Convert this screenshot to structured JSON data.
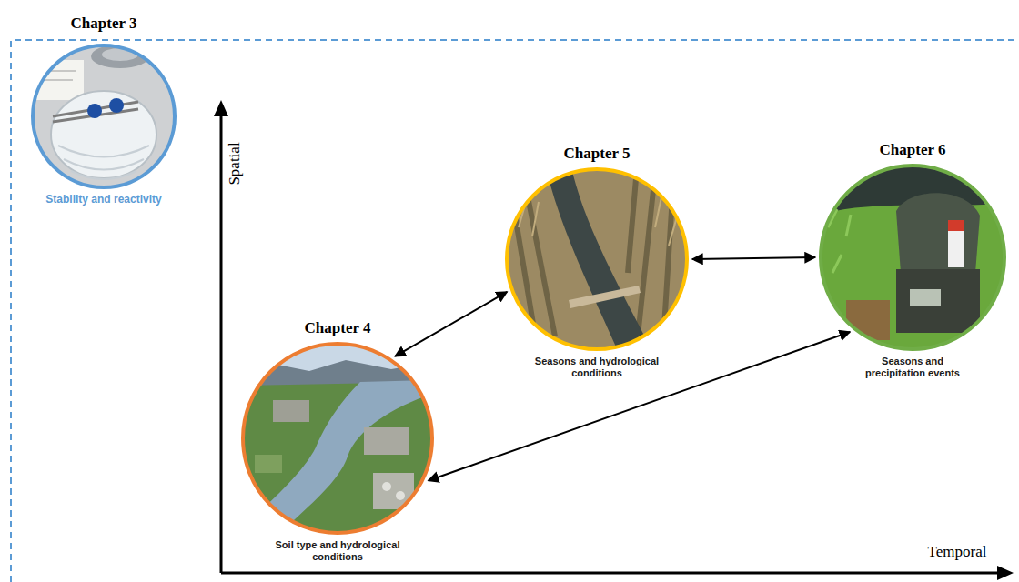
{
  "diagram": {
    "nodes": [
      {
        "text": [
          "Chapter 3",
          "Stability and reactivity"
        ]
      },
      {
        "text": [
          "Chapter 4",
          "Soil type and hydrological conditions"
        ]
      },
      {
        "text": [
          "Chapter 5",
          "Seasons and hydrological conditions"
        ]
      },
      {
        "text": [
          "Chapter 6",
          "Seasons and precipitation events"
        ]
      }
    ],
    "edges": [
      {
        "from": 1,
        "to": 2,
        "arrow": "both"
      },
      {
        "from": 2,
        "to": 3,
        "arrow": "both"
      },
      {
        "from": 1,
        "to": 3,
        "arrow": "both"
      }
    ],
    "labels": [
      "Spatial",
      "Temporal"
    ]
  }
}
